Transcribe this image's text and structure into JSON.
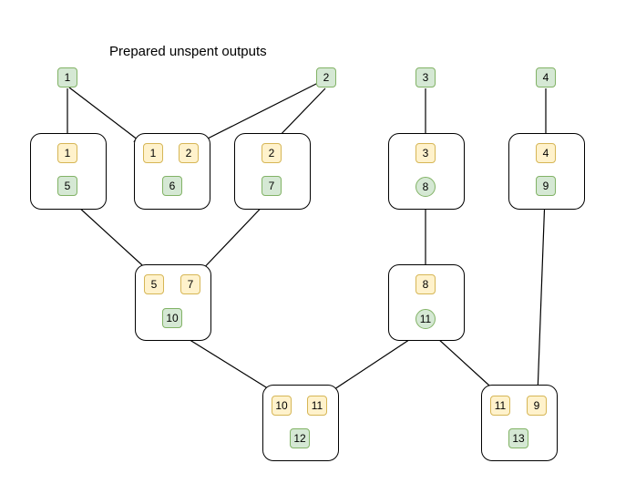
{
  "title": "Prepared unspent outputs",
  "prepared_outputs": [
    {
      "id": "p1",
      "label": "1"
    },
    {
      "id": "p2",
      "label": "2"
    },
    {
      "id": "p3",
      "label": "3"
    },
    {
      "id": "p4",
      "label": "4"
    }
  ],
  "transactions": [
    {
      "id": "t5",
      "inputs": [
        "1"
      ],
      "output": "5"
    },
    {
      "id": "t6",
      "inputs": [
        "1",
        "2"
      ],
      "output": "6"
    },
    {
      "id": "t7",
      "inputs": [
        "2"
      ],
      "output": "7"
    },
    {
      "id": "t8",
      "inputs": [
        "3"
      ],
      "output": "8"
    },
    {
      "id": "t9",
      "inputs": [
        "4"
      ],
      "output": "9"
    },
    {
      "id": "t10",
      "inputs": [
        "5",
        "7"
      ],
      "output": "10"
    },
    {
      "id": "t11",
      "inputs": [
        "8"
      ],
      "output": "11"
    },
    {
      "id": "t12",
      "inputs": [
        "10",
        "11"
      ],
      "output": "12"
    },
    {
      "id": "t13",
      "inputs": [
        "11",
        "9"
      ],
      "output": "13"
    }
  ],
  "edges": [
    {
      "from": "1",
      "to": "t5 input 1",
      "arrow": true
    },
    {
      "from": "1",
      "to": "t6 input 1",
      "arrow": true
    },
    {
      "from": "2",
      "to": "t6 input 2",
      "arrow": true
    },
    {
      "from": "2",
      "to": "t7 input 2",
      "arrow": true
    },
    {
      "from": "3",
      "to": "t8 input 3",
      "arrow": true
    },
    {
      "from": "4",
      "to": "t9 input 4",
      "arrow": true
    },
    {
      "from": "5",
      "to": "t10 input 5",
      "arrow": true
    },
    {
      "from": "7",
      "to": "t10 input 7",
      "arrow": true
    },
    {
      "from": "8",
      "to": "t11 input 8",
      "arrow": false
    },
    {
      "from": "10",
      "to": "t12 input 10",
      "arrow": true
    },
    {
      "from": "11",
      "to": "t12 input 11",
      "arrow": true
    },
    {
      "from": "11",
      "to": "t13 input 11",
      "arrow": true
    },
    {
      "from": "9",
      "to": "t13 input 9",
      "arrow": true
    }
  ],
  "colors": {
    "output_fill": "#d5e8d4",
    "output_stroke": "#82b366",
    "input_fill": "#fff2cc",
    "input_stroke": "#d6b656",
    "line": "#000000"
  }
}
